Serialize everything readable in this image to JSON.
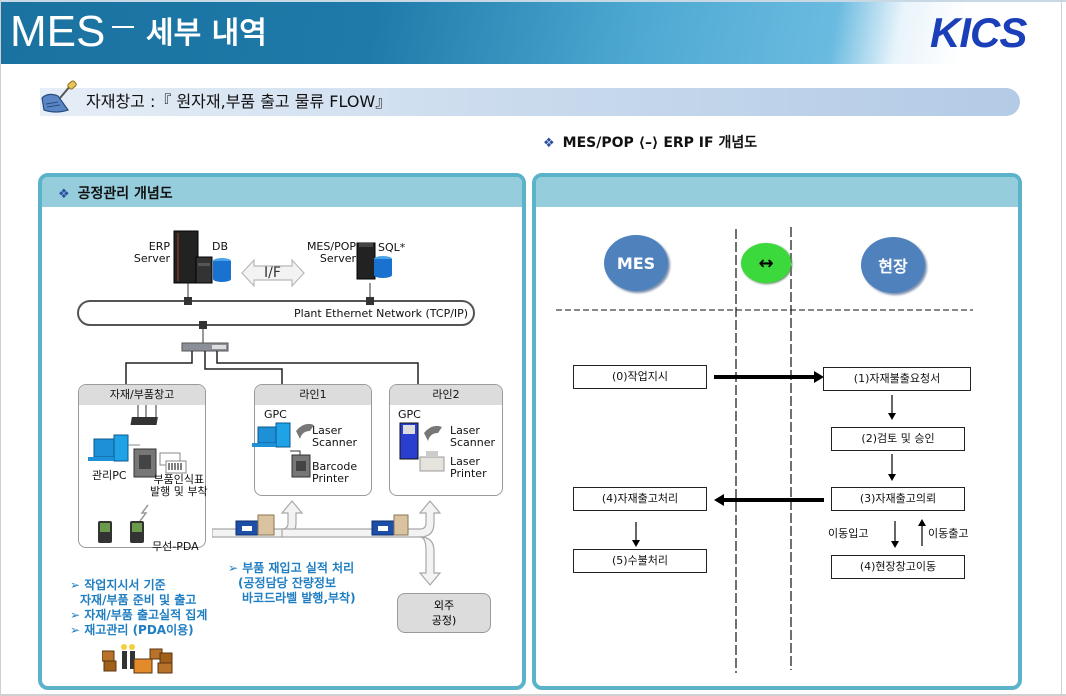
{
  "header": {
    "title": "MES",
    "subtitle": "세부 내역",
    "logo": "KICS"
  },
  "section_bar": {
    "text": "자재창고 :『 원자재,부품 출고 물류 FLOW』",
    "icon": "memo-pin-icon"
  },
  "if_title": "MES/POP ⟨–⟩ ERP IF 개념도",
  "left_panel": {
    "title": "공정관리 개념도",
    "erp_server": "ERP\nServer",
    "erp_server_l1": "ERP",
    "erp_server_l2": "Server",
    "db": "DB",
    "if_label": "I/F",
    "mes_server_l1": "MES/POP",
    "mes_server_l2": "Server",
    "sql": "SQL*",
    "network": "Plant Ethernet Network (TCP/IP)",
    "warehouse": {
      "title": "자재/부품창고",
      "pc": "관리PC",
      "label_l1": "부품인식표",
      "label_l2": "발행 및 부착",
      "pda": "무선-PDA"
    },
    "line1": {
      "title": "라인1",
      "gpc": "GPC",
      "scanner_l1": "Laser",
      "scanner_l2": "Scanner",
      "printer_l1": "Barcode",
      "printer_l2": "Printer"
    },
    "line2": {
      "title": "라인2",
      "gpc": "GPC",
      "scanner_l1": "Laser",
      "scanner_l2": "Scanner",
      "printer_l1": "Laser",
      "printer_l2": "Printer"
    },
    "outsource_l1": "외주",
    "outsource_l2": "공정)",
    "reinput_notes": [
      "➢ 부품 재입고 실적 처리",
      "(공정담당 잔량정보",
      " 바코드라벨 발행,부착)"
    ],
    "warehouse_notes": [
      "➢ 작업지시서 기준",
      "  자재/부품 준비 및 출고",
      "➢ 자재/부품 출고실적 집계",
      "➢ 재고관리 (PDA이용)"
    ]
  },
  "right_panel": {
    "mes_label": "MES",
    "exchange_label": "↔",
    "field_label": "현장",
    "steps": {
      "s0": "(0)작업지시",
      "s1": "(1)자재불출요청서",
      "s2": "(2)검토 및 승인",
      "s3": "(3)자재출고의뢰",
      "s4_left": "(4)자재출고처리",
      "s4_right": "(4)현장창고이동",
      "s5": "(5)수불처리"
    },
    "move_in": "이동입고",
    "move_out": "이동출고"
  },
  "colors": {
    "header_blue": "#1a72a0",
    "panel_border": "#5bb3c9",
    "panel_header": "#96cddd",
    "ellipse_blue": "#4f81bd",
    "ellipse_green": "#3bd93b",
    "note_blue": "#1f7ec2",
    "logo_blue": "#1a3fb8"
  }
}
